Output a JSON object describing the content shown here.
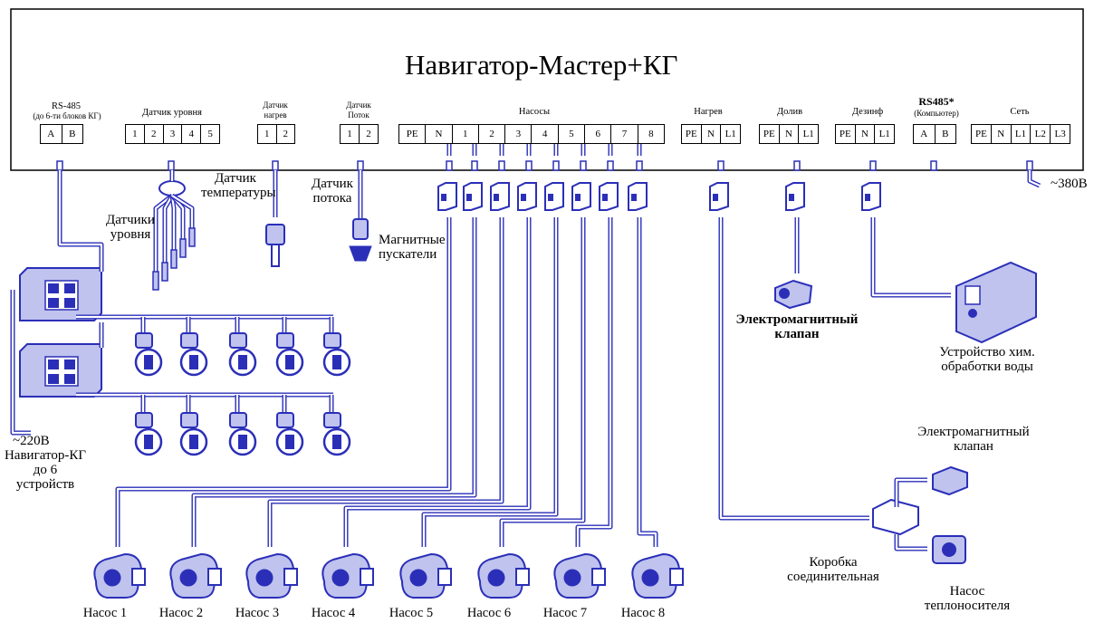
{
  "title": "Навигатор-Мастер+КГ",
  "terminals": {
    "rs485": {
      "header": "RS-485",
      "subheader": "(до 6-ти  блоков КГ)",
      "pins": [
        "A",
        "B"
      ]
    },
    "level": {
      "header": "Датчик уровня",
      "pins": [
        "1",
        "2",
        "3",
        "4",
        "5"
      ]
    },
    "heat_sensor": {
      "header": "Датчик",
      "header2": "нагрев",
      "pins": [
        "1",
        "2"
      ]
    },
    "flow": {
      "header": "Датчик",
      "header2": "Поток",
      "pins": [
        "1",
        "2"
      ]
    },
    "pumps": {
      "header": "Насосы",
      "pins": [
        "PE",
        "N",
        "1",
        "2",
        "3",
        "4",
        "5",
        "6",
        "7",
        "8"
      ]
    },
    "heating": {
      "header": "Нагрев",
      "pins": [
        "PE",
        "N",
        "L1"
      ]
    },
    "topup": {
      "header": "Долив",
      "pins": [
        "PE",
        "N",
        "L1"
      ]
    },
    "disinf": {
      "header": "Дезинф",
      "pins": [
        "PE",
        "N",
        "L1"
      ]
    },
    "rs485_pc": {
      "header": "RS485*",
      "subheader": "(Компьютер)",
      "pins": [
        "A",
        "B"
      ]
    },
    "mains": {
      "header": "Сеть",
      "pins": [
        "PE",
        "N",
        "L1",
        "L2",
        "L3"
      ]
    }
  },
  "labels": {
    "level_sensors": [
      "Датчики",
      "уровня"
    ],
    "temp_sensor": [
      "Датчик",
      "температуры"
    ],
    "flow_sensor": [
      "Датчик",
      "потока"
    ],
    "starters": [
      "Магнитные",
      "пускатели"
    ],
    "v380": "~380В",
    "v220": "~220В",
    "navigator_kg": [
      "Навигатор-КГ",
      "до 6",
      "устройств"
    ],
    "valve_topup": [
      "Электромагнитный",
      "клапан"
    ],
    "chem": [
      "Устройство хим.",
      "обработки воды"
    ],
    "valve_heat": [
      "Электромагнитный",
      "клапан"
    ],
    "junction": [
      "Коробка",
      "соединительная"
    ],
    "heat_pump": [
      "Насос",
      "теплоносителя"
    ]
  },
  "pumps": [
    "Насос 1",
    "Насос 2",
    "Насос 3",
    "Насос 4",
    "Насос 5",
    "Насос 6",
    "Насос 7",
    "Насос 8"
  ],
  "colors": {
    "wire": "#2b2fb8",
    "wire_fill": "#d9dbf5",
    "device": "#2b2fb8",
    "device_light": "#bfc3ee"
  }
}
